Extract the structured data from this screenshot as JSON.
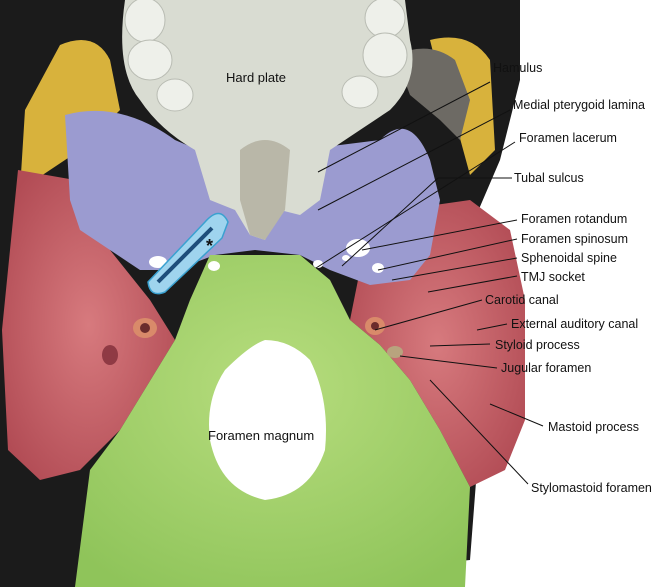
{
  "labels": {
    "hard_plate": "Hard plate",
    "foramen_magnum": "Foramen magnum",
    "asterisk": "*",
    "hamulus": "Hamulus",
    "medial_pterygoid_lamina": "Medial pterygoid lamina",
    "foramen_lacerum": "Foramen lacerum",
    "tubal_sulcus": "Tubal sulcus",
    "foramen_rotandum": "Foramen rotandum",
    "foramen_spinosum": "Foramen spinosum",
    "sphenoidal_spine": "Sphenoidal spine",
    "tmj_socket": "TMJ socket",
    "carotid_canal": "Carotid canal",
    "external_auditory_canal": "External auditory canal",
    "styloid_process": "Styloid process",
    "jugular_foramen": "Jugular foramen",
    "mastoid_process": "Mastoid process",
    "stylomastoid_foramen": "Stylomastoid foramen"
  },
  "colors": {
    "palate_bone": "#d9dcd2",
    "sphenoid": "#9b9bd0",
    "temporal": "#c7646a",
    "occipital": "#a7d36b",
    "zygomatic": "#d8b23c",
    "highlight": "#9fd4ee"
  }
}
